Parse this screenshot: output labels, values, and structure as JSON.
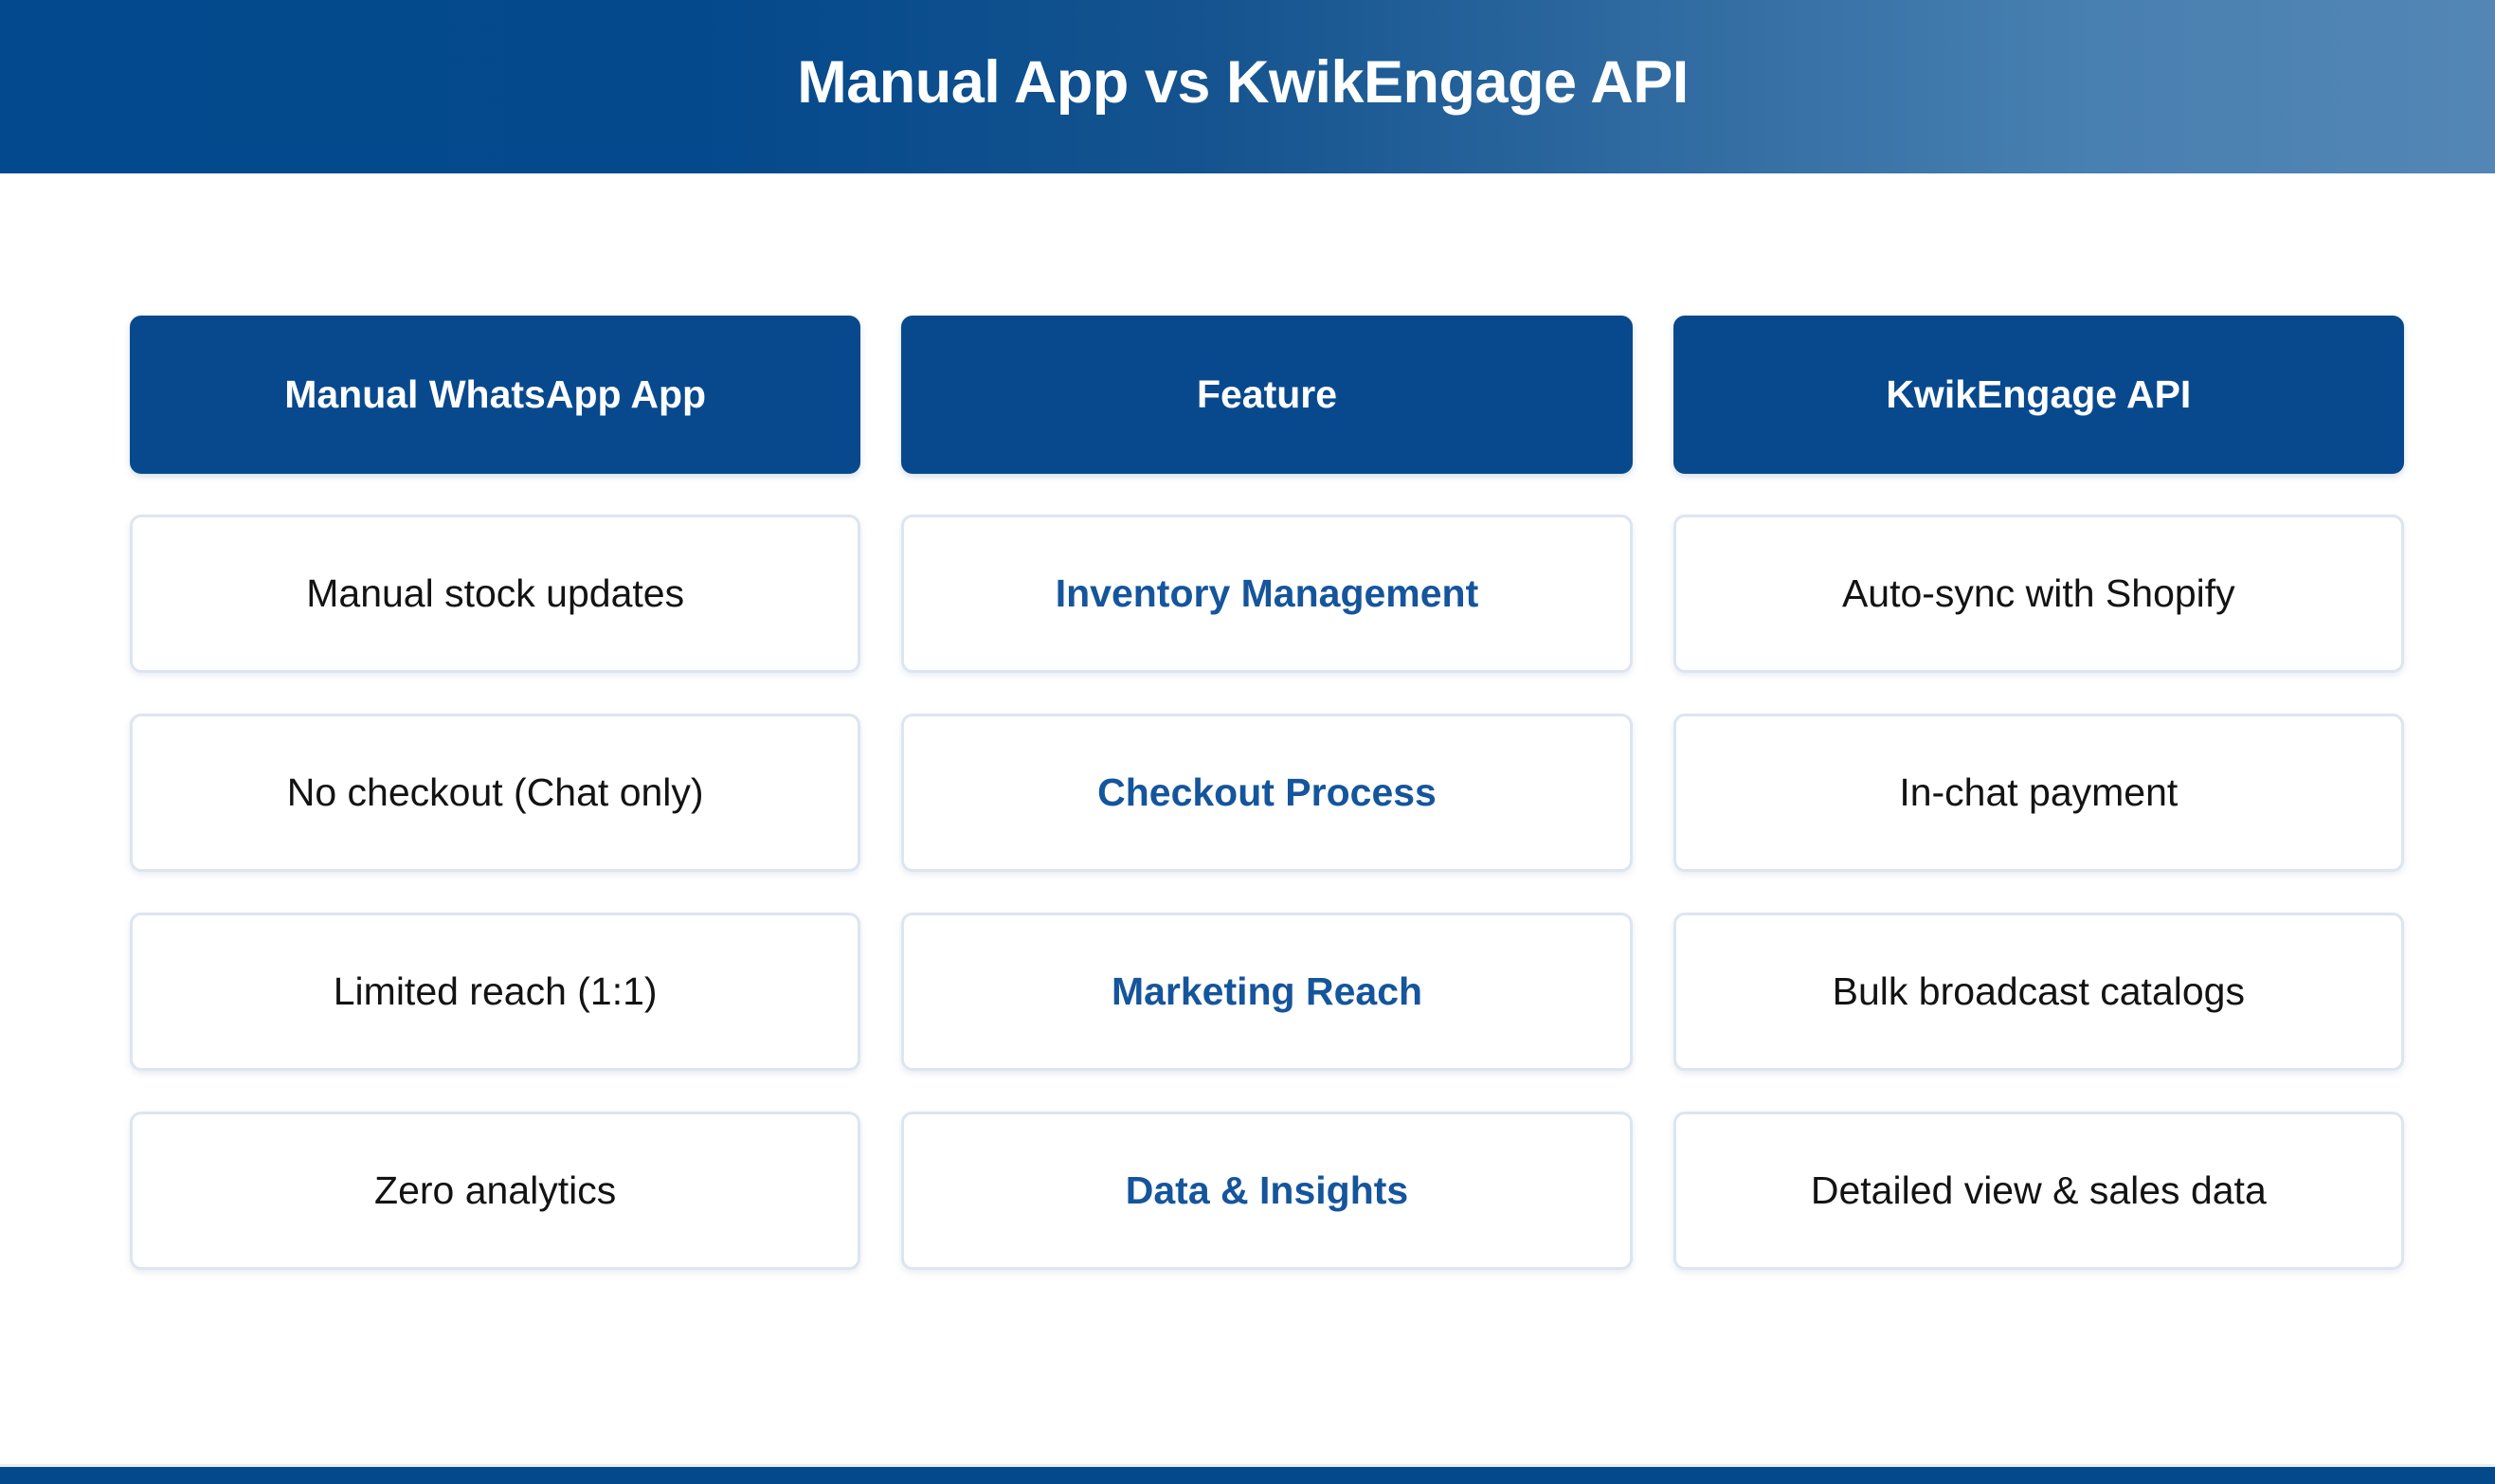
{
  "header": {
    "title": "Manual App vs KwikEngage API",
    "gradient_from": "#024a8d",
    "gradient_to": "#5386b5"
  },
  "theme": {
    "brand_blue": "#08498e",
    "feature_text_blue": "#15559c",
    "cell_border": "#dde5f0",
    "body_text": "#131313",
    "page_background": "#ffffff",
    "bottom_bar": "#05498d"
  },
  "comparison_table": {
    "columns": [
      "Manual WhatsApp App",
      "Feature",
      "KwikEngage API"
    ],
    "rows": [
      {
        "manual": "Manual stock updates",
        "feature": "Inventory Management",
        "kwikengage": "Auto-sync with Shopify"
      },
      {
        "manual": "No checkout (Chat only)",
        "feature": "Checkout Process",
        "kwikengage": "In-chat payment"
      },
      {
        "manual": "Limited reach (1:1)",
        "feature": "Marketing Reach",
        "kwikengage": "Bulk broadcast catalogs"
      },
      {
        "manual": "Zero analytics",
        "feature": "Data & Insights",
        "kwikengage": "Detailed view & sales data"
      }
    ]
  }
}
